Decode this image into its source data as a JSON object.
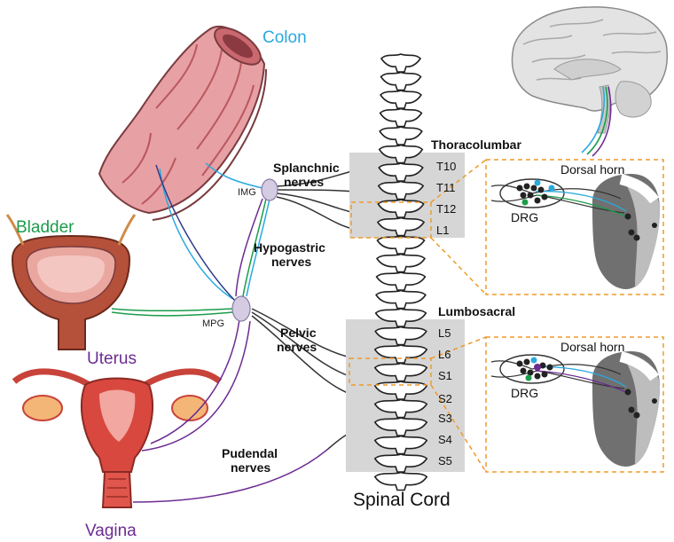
{
  "organs": {
    "colon": "Colon",
    "bladder": "Bladder",
    "uterus": "Uterus",
    "vagina": "Vagina"
  },
  "nerves": {
    "splanchnic": [
      "Splanchnic",
      "nerves"
    ],
    "hypogastric": [
      "Hypogastric",
      "nerves"
    ],
    "pelvic": [
      "Pelvic",
      "nerves"
    ],
    "pudendal": [
      "Pudendal",
      "nerves"
    ]
  },
  "ganglia": {
    "img": "IMG",
    "mpg": "MPG"
  },
  "spine": {
    "title": "Spinal Cord",
    "thoracolumbar": "Thoracolumbar",
    "lumbosacral": "Lumbosacral",
    "upper_levels": [
      "T10",
      "T11",
      "T12",
      "L1"
    ],
    "lower_levels": [
      "L5",
      "L6",
      "S1",
      "S2",
      "S3",
      "S4",
      "S5"
    ]
  },
  "insets": {
    "upper": {
      "drg": "DRG",
      "horn": "Dorsal horn"
    },
    "lower": {
      "drg": "DRG",
      "horn": "Dorsal horn"
    }
  },
  "colors": {
    "colon": "#29a9e0",
    "bladder": "#1a9c4a",
    "uterus": "#6b2c91",
    "vagina": "#6b2c91",
    "inset_border": "#f09a2a",
    "spine_band": "#d6d6d6"
  }
}
